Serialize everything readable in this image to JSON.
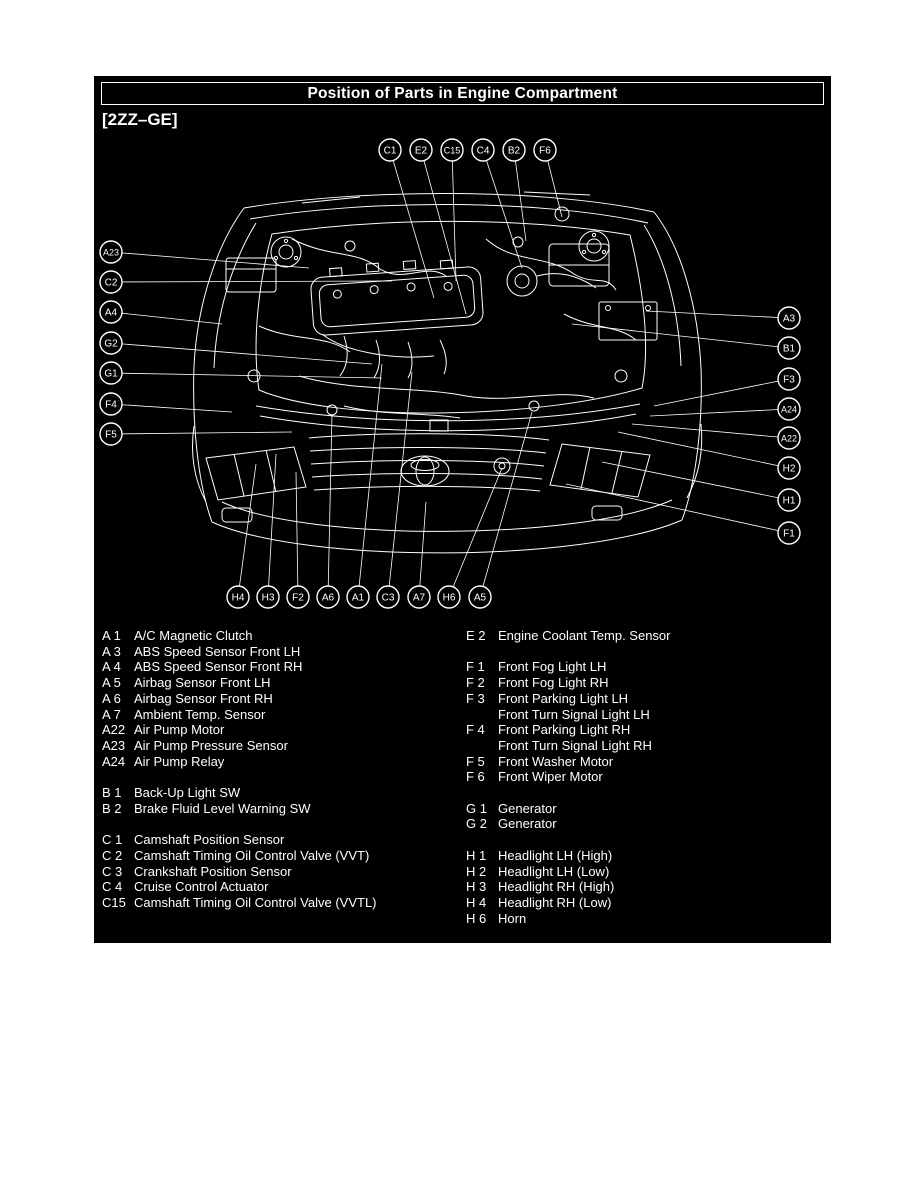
{
  "page": {
    "title": "Position of Parts in Engine Compartment",
    "engine_code": "[2ZZ–GE]"
  },
  "colors": {
    "page_bg": "#ffffff",
    "panel_bg": "#000000",
    "line": "#ffffff"
  },
  "callouts": {
    "top": [
      "C1",
      "E2",
      "C15",
      "C4",
      "B2",
      "F6"
    ],
    "left": [
      "A23",
      "C2",
      "A4",
      "G2",
      "G1",
      "F4",
      "F5"
    ],
    "right": [
      "A3",
      "B1",
      "F3",
      "A24",
      "A22",
      "H2",
      "H1",
      "F1"
    ],
    "bottom": [
      "H4",
      "H3",
      "F2",
      "A6",
      "A1",
      "C3",
      "A7",
      "H6",
      "A5"
    ]
  },
  "legend": {
    "left": [
      [
        {
          "code": "A 1",
          "name": "A/C Magnetic Clutch"
        },
        {
          "code": "A 3",
          "name": "ABS Speed Sensor Front LH"
        },
        {
          "code": "A 4",
          "name": "ABS Speed Sensor Front RH"
        },
        {
          "code": "A 5",
          "name": "Airbag Sensor Front LH"
        },
        {
          "code": "A 6",
          "name": "Airbag Sensor Front RH"
        },
        {
          "code": "A 7",
          "name": "Ambient Temp. Sensor"
        },
        {
          "code": "A22",
          "name": "Air Pump Motor"
        },
        {
          "code": "A23",
          "name": "Air Pump Pressure Sensor"
        },
        {
          "code": "A24",
          "name": "Air Pump Relay"
        }
      ],
      [
        {
          "code": "B 1",
          "name": "Back-Up Light SW"
        },
        {
          "code": "B 2",
          "name": "Brake Fluid Level Warning SW"
        }
      ],
      [
        {
          "code": "C 1",
          "name": "Camshaft Position Sensor"
        },
        {
          "code": "C 2",
          "name": "Camshaft Timing Oil Control Valve (VVT)"
        },
        {
          "code": "C 3",
          "name": "Crankshaft Position Sensor"
        },
        {
          "code": "C 4",
          "name": "Cruise Control Actuator"
        },
        {
          "code": "C15",
          "name": "Camshaft Timing Oil Control Valve (VVTL)"
        }
      ]
    ],
    "right": [
      [
        {
          "code": "E 2",
          "name": "Engine Coolant Temp. Sensor"
        }
      ],
      [
        {
          "code": "F 1",
          "name": "Front Fog Light LH"
        },
        {
          "code": "F 2",
          "name": "Front Fog Light RH"
        },
        {
          "code": "F 3",
          "name": "Front Parking Light LH"
        },
        {
          "code": "",
          "name": "Front Turn Signal Light LH"
        },
        {
          "code": "F 4",
          "name": "Front Parking Light RH"
        },
        {
          "code": "",
          "name": "Front Turn Signal Light RH"
        },
        {
          "code": "F 5",
          "name": "Front Washer Motor"
        },
        {
          "code": "F 6",
          "name": "Front Wiper Motor"
        }
      ],
      [
        {
          "code": "G 1",
          "name": "Generator"
        },
        {
          "code": "G 2",
          "name": "Generator"
        }
      ],
      [
        {
          "code": "H 1",
          "name": "Headlight LH (High)"
        },
        {
          "code": "H 2",
          "name": "Headlight LH (Low)"
        },
        {
          "code": "H 3",
          "name": "Headlight RH (High)"
        },
        {
          "code": "H 4",
          "name": "Headlight RH (Low)"
        },
        {
          "code": "H 6",
          "name": "Horn"
        }
      ]
    ]
  }
}
